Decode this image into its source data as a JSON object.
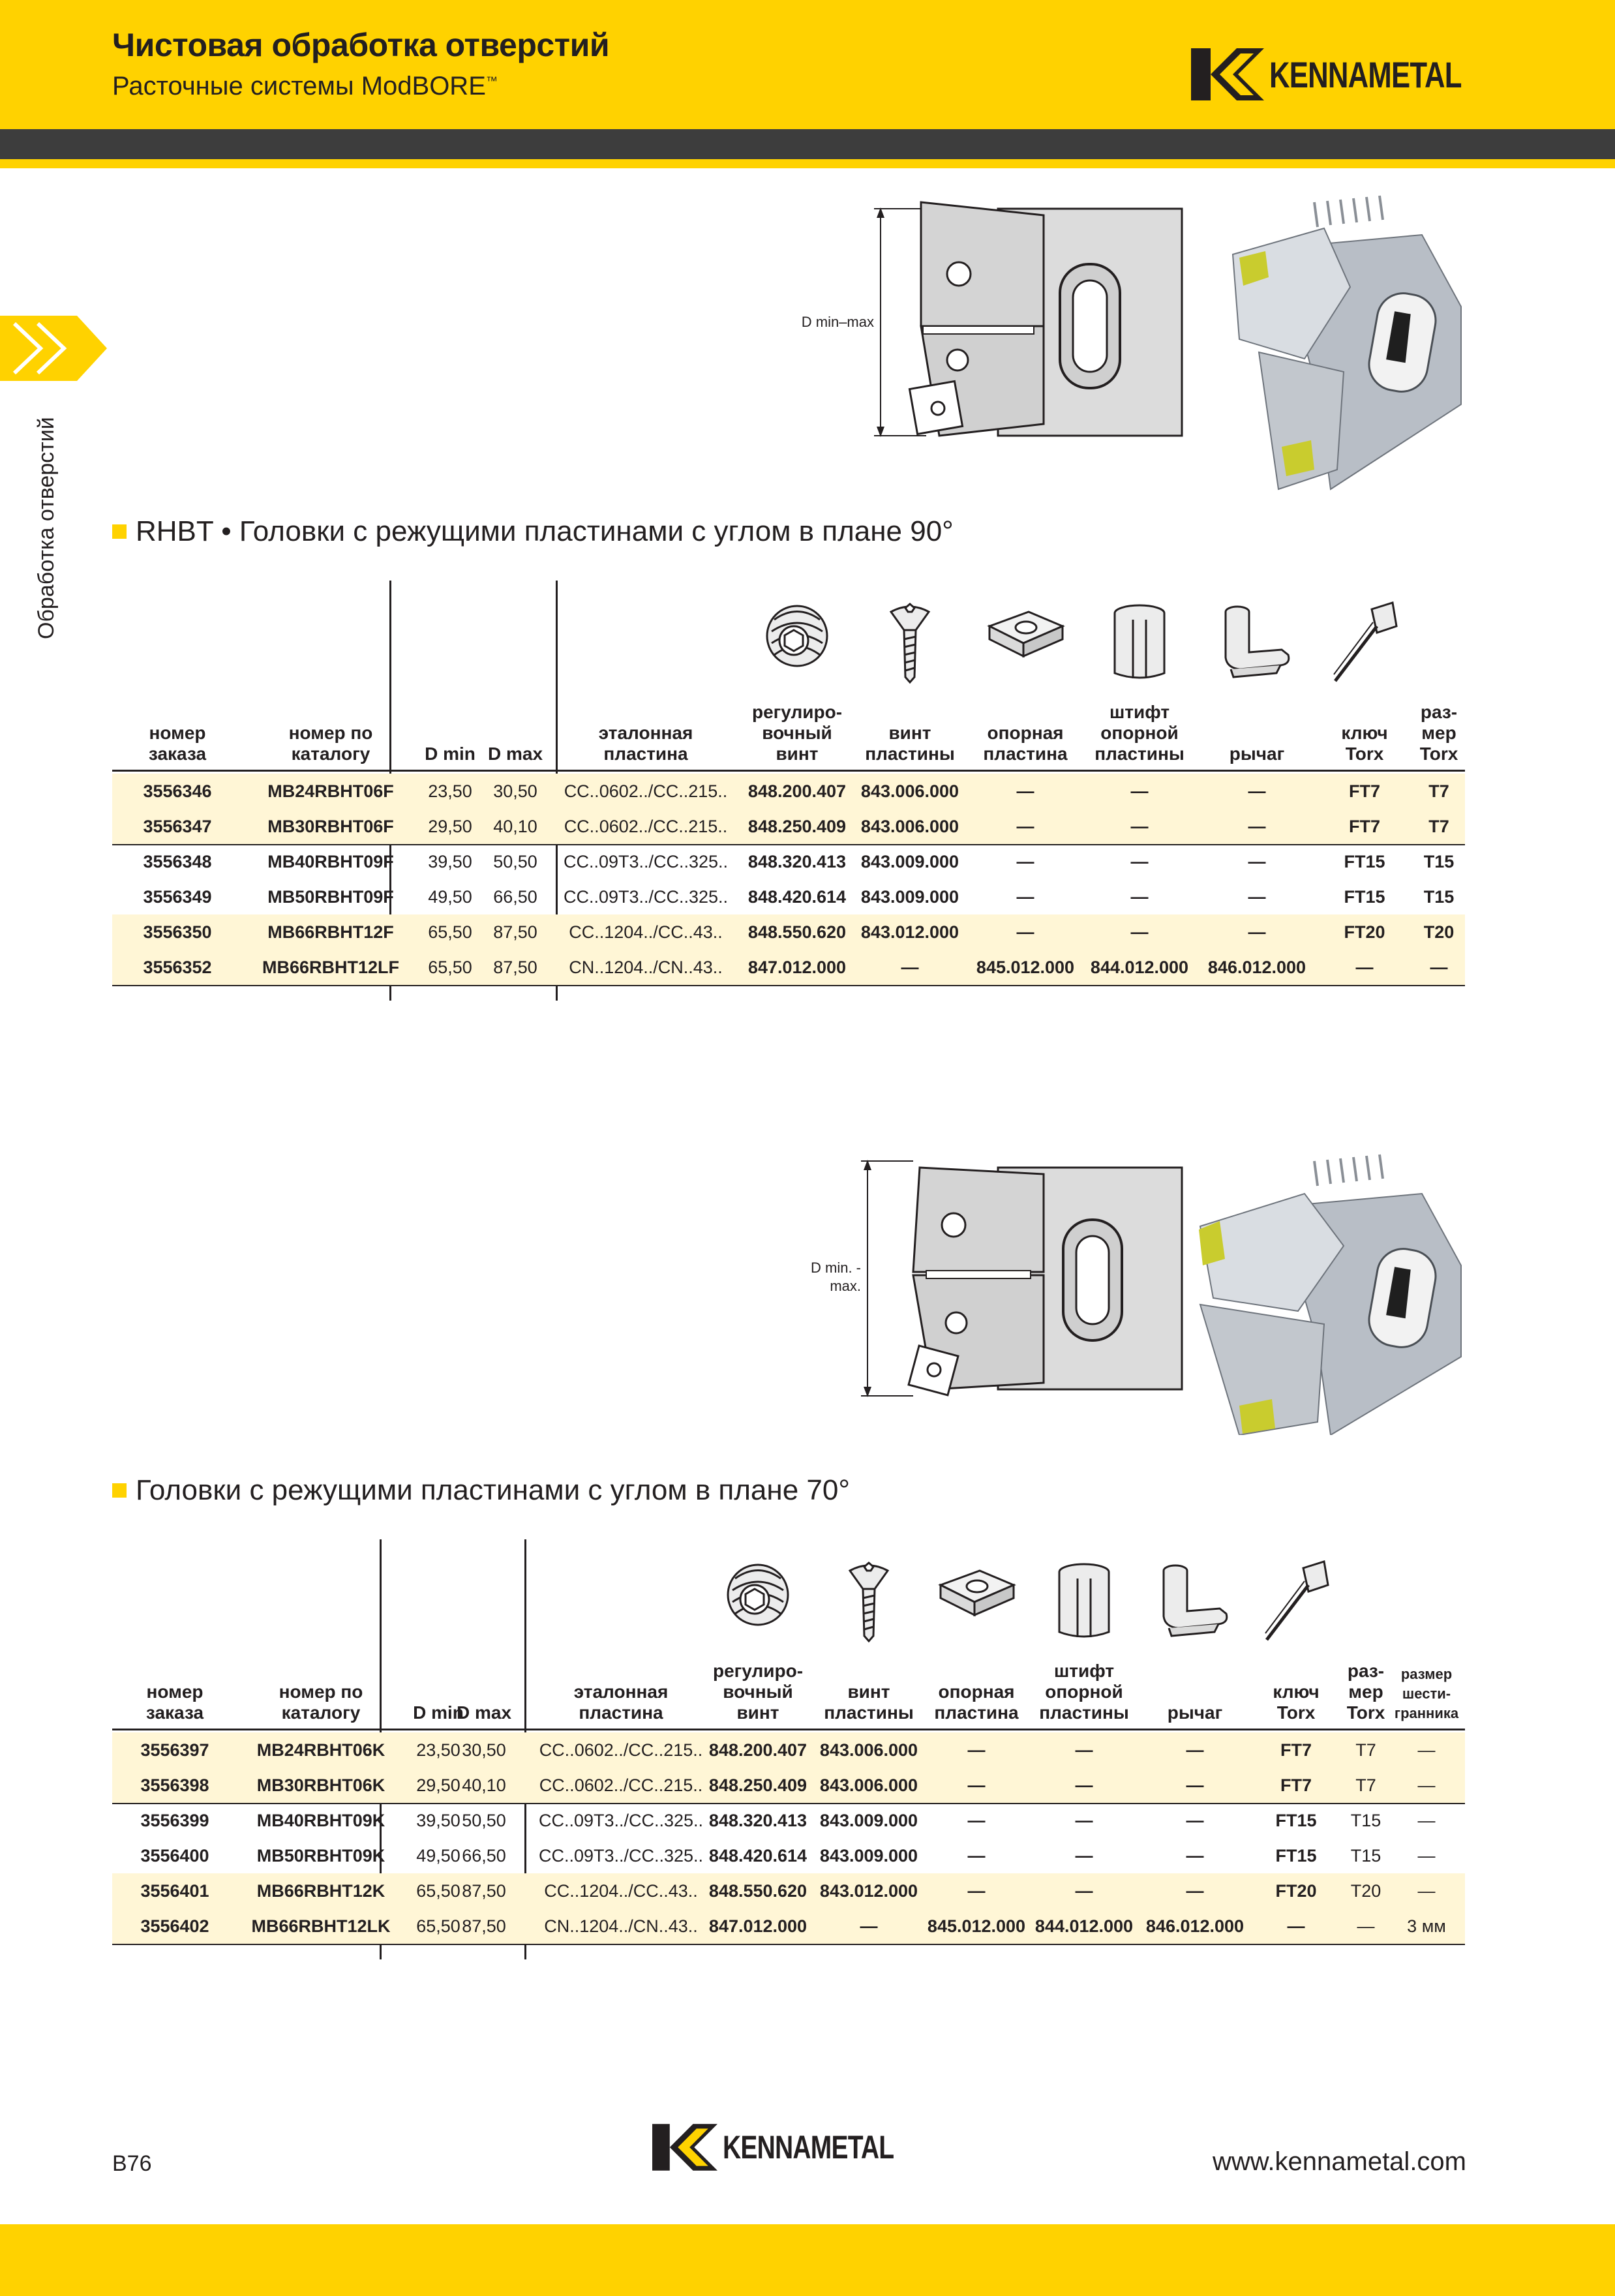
{
  "header": {
    "title": "Чистовая обработка отверстий",
    "subtitle": "Расточные системы ModBORE",
    "trademark": "™",
    "brand": "KENNAMETAL"
  },
  "side_tab": {
    "label": "Обработка отверстий"
  },
  "figure1": {
    "dim_label": "D min–max"
  },
  "figure2": {
    "dim_label_1": "D min. -",
    "dim_label_2": "max."
  },
  "section1": {
    "title": "RHBT • Головки с режущими пластинами с углом в плане 90°",
    "headers": {
      "order_no": [
        "номер",
        "заказа"
      ],
      "catalog_no": [
        "номер по",
        "каталогу"
      ],
      "dmin": "D min",
      "dmax": "D max",
      "insert": [
        "эталонная",
        "пластина"
      ],
      "adj_screw": [
        "регулиро-",
        "вочный",
        "винт"
      ],
      "insert_screw": [
        "винт",
        "пластины"
      ],
      "shim": [
        "опорная",
        "пластина"
      ],
      "shim_pin": [
        "штифт",
        "опорной",
        "пластины"
      ],
      "lever": "рычаг",
      "key": [
        "ключ",
        "Torx"
      ],
      "torx_size": [
        "раз-",
        "мер",
        "Torx"
      ]
    },
    "rows": [
      [
        "3556346",
        "MB24RBHT06F",
        "23,50",
        "30,50",
        "CC..0602../CC..215..",
        "848.200.407",
        "843.006.000",
        "—",
        "—",
        "—",
        "FT7",
        "T7"
      ],
      [
        "3556347",
        "MB30RBHT06F",
        "29,50",
        "40,10",
        "CC..0602../CC..215..",
        "848.250.409",
        "843.006.000",
        "—",
        "—",
        "—",
        "FT7",
        "T7"
      ],
      [
        "3556348",
        "MB40RBHT09F",
        "39,50",
        "50,50",
        "CC..09T3../CC..325..",
        "848.320.413",
        "843.009.000",
        "—",
        "—",
        "—",
        "FT15",
        "T15"
      ],
      [
        "3556349",
        "MB50RBHT09F",
        "49,50",
        "66,50",
        "CC..09T3../CC..325..",
        "848.420.614",
        "843.009.000",
        "—",
        "—",
        "—",
        "FT15",
        "T15"
      ],
      [
        "3556350",
        "MB66RBHT12F",
        "65,50",
        "87,50",
        "CC..1204../CC..43..",
        "848.550.620",
        "843.012.000",
        "—",
        "—",
        "—",
        "FT20",
        "T20"
      ],
      [
        "3556352",
        "MB66RBHT12LF",
        "65,50",
        "87,50",
        "CN..1204../CN..43..",
        "847.012.000",
        "—",
        "845.012.000",
        "844.012.000",
        "846.012.000",
        "—",
        "—"
      ]
    ]
  },
  "section2": {
    "title": "Головки с режущими пластинами с углом в плане 70°",
    "headers": {
      "order_no": [
        "номер",
        "заказа"
      ],
      "catalog_no": [
        "номер по",
        "каталогу"
      ],
      "dmin": "D min",
      "dmax": "D max",
      "insert": [
        "эталонная",
        "пластина"
      ],
      "adj_screw": [
        "регулиро-",
        "вочный",
        "винт"
      ],
      "insert_screw": [
        "винт",
        "пластины"
      ],
      "shim": [
        "опорная",
        "пластина"
      ],
      "shim_pin": [
        "штифт",
        "опорной",
        "пластины"
      ],
      "lever": "рычаг",
      "key": [
        "ключ",
        "Torx"
      ],
      "torx_size": [
        "раз-",
        "мер",
        "Torx"
      ],
      "hex_size": [
        "размер",
        "шести-",
        "гранника"
      ]
    },
    "rows": [
      [
        "3556397",
        "MB24RBHT06K",
        "23,50",
        "30,50",
        "CC..0602../CC..215..",
        "848.200.407",
        "843.006.000",
        "—",
        "—",
        "—",
        "FT7",
        "T7",
        "—"
      ],
      [
        "3556398",
        "MB30RBHT06K",
        "29,50",
        "40,10",
        "CC..0602../CC..215..",
        "848.250.409",
        "843.006.000",
        "—",
        "—",
        "—",
        "FT7",
        "T7",
        "—"
      ],
      [
        "3556399",
        "MB40RBHT09K",
        "39,50",
        "50,50",
        "CC..09T3../CC..325..",
        "848.320.413",
        "843.009.000",
        "—",
        "—",
        "—",
        "FT15",
        "T15",
        "—"
      ],
      [
        "3556400",
        "MB50RBHT09K",
        "49,50",
        "66,50",
        "CC..09T3../CC..325..",
        "848.420.614",
        "843.009.000",
        "—",
        "—",
        "—",
        "FT15",
        "T15",
        "—"
      ],
      [
        "3556401",
        "MB66RBHT12K",
        "65,50",
        "87,50",
        "CC..1204../CC..43..",
        "848.550.620",
        "843.012.000",
        "—",
        "—",
        "—",
        "FT20",
        "T20",
        "—"
      ],
      [
        "3556402",
        "MB66RBHT12LK",
        "65,50",
        "87,50",
        "CN..1204../CN..43..",
        "847.012.000",
        "—",
        "845.012.000",
        "844.012.000",
        "846.012.000",
        "—",
        "—",
        "3 мм"
      ]
    ]
  },
  "footer": {
    "page_number": "B76",
    "brand": "KENNAMETAL",
    "website": "www.kennametal.com"
  },
  "colors": {
    "brand_yellow": "#ffd200",
    "dark_band": "#3d3d3d",
    "row_highlight": "#fff6d6"
  }
}
